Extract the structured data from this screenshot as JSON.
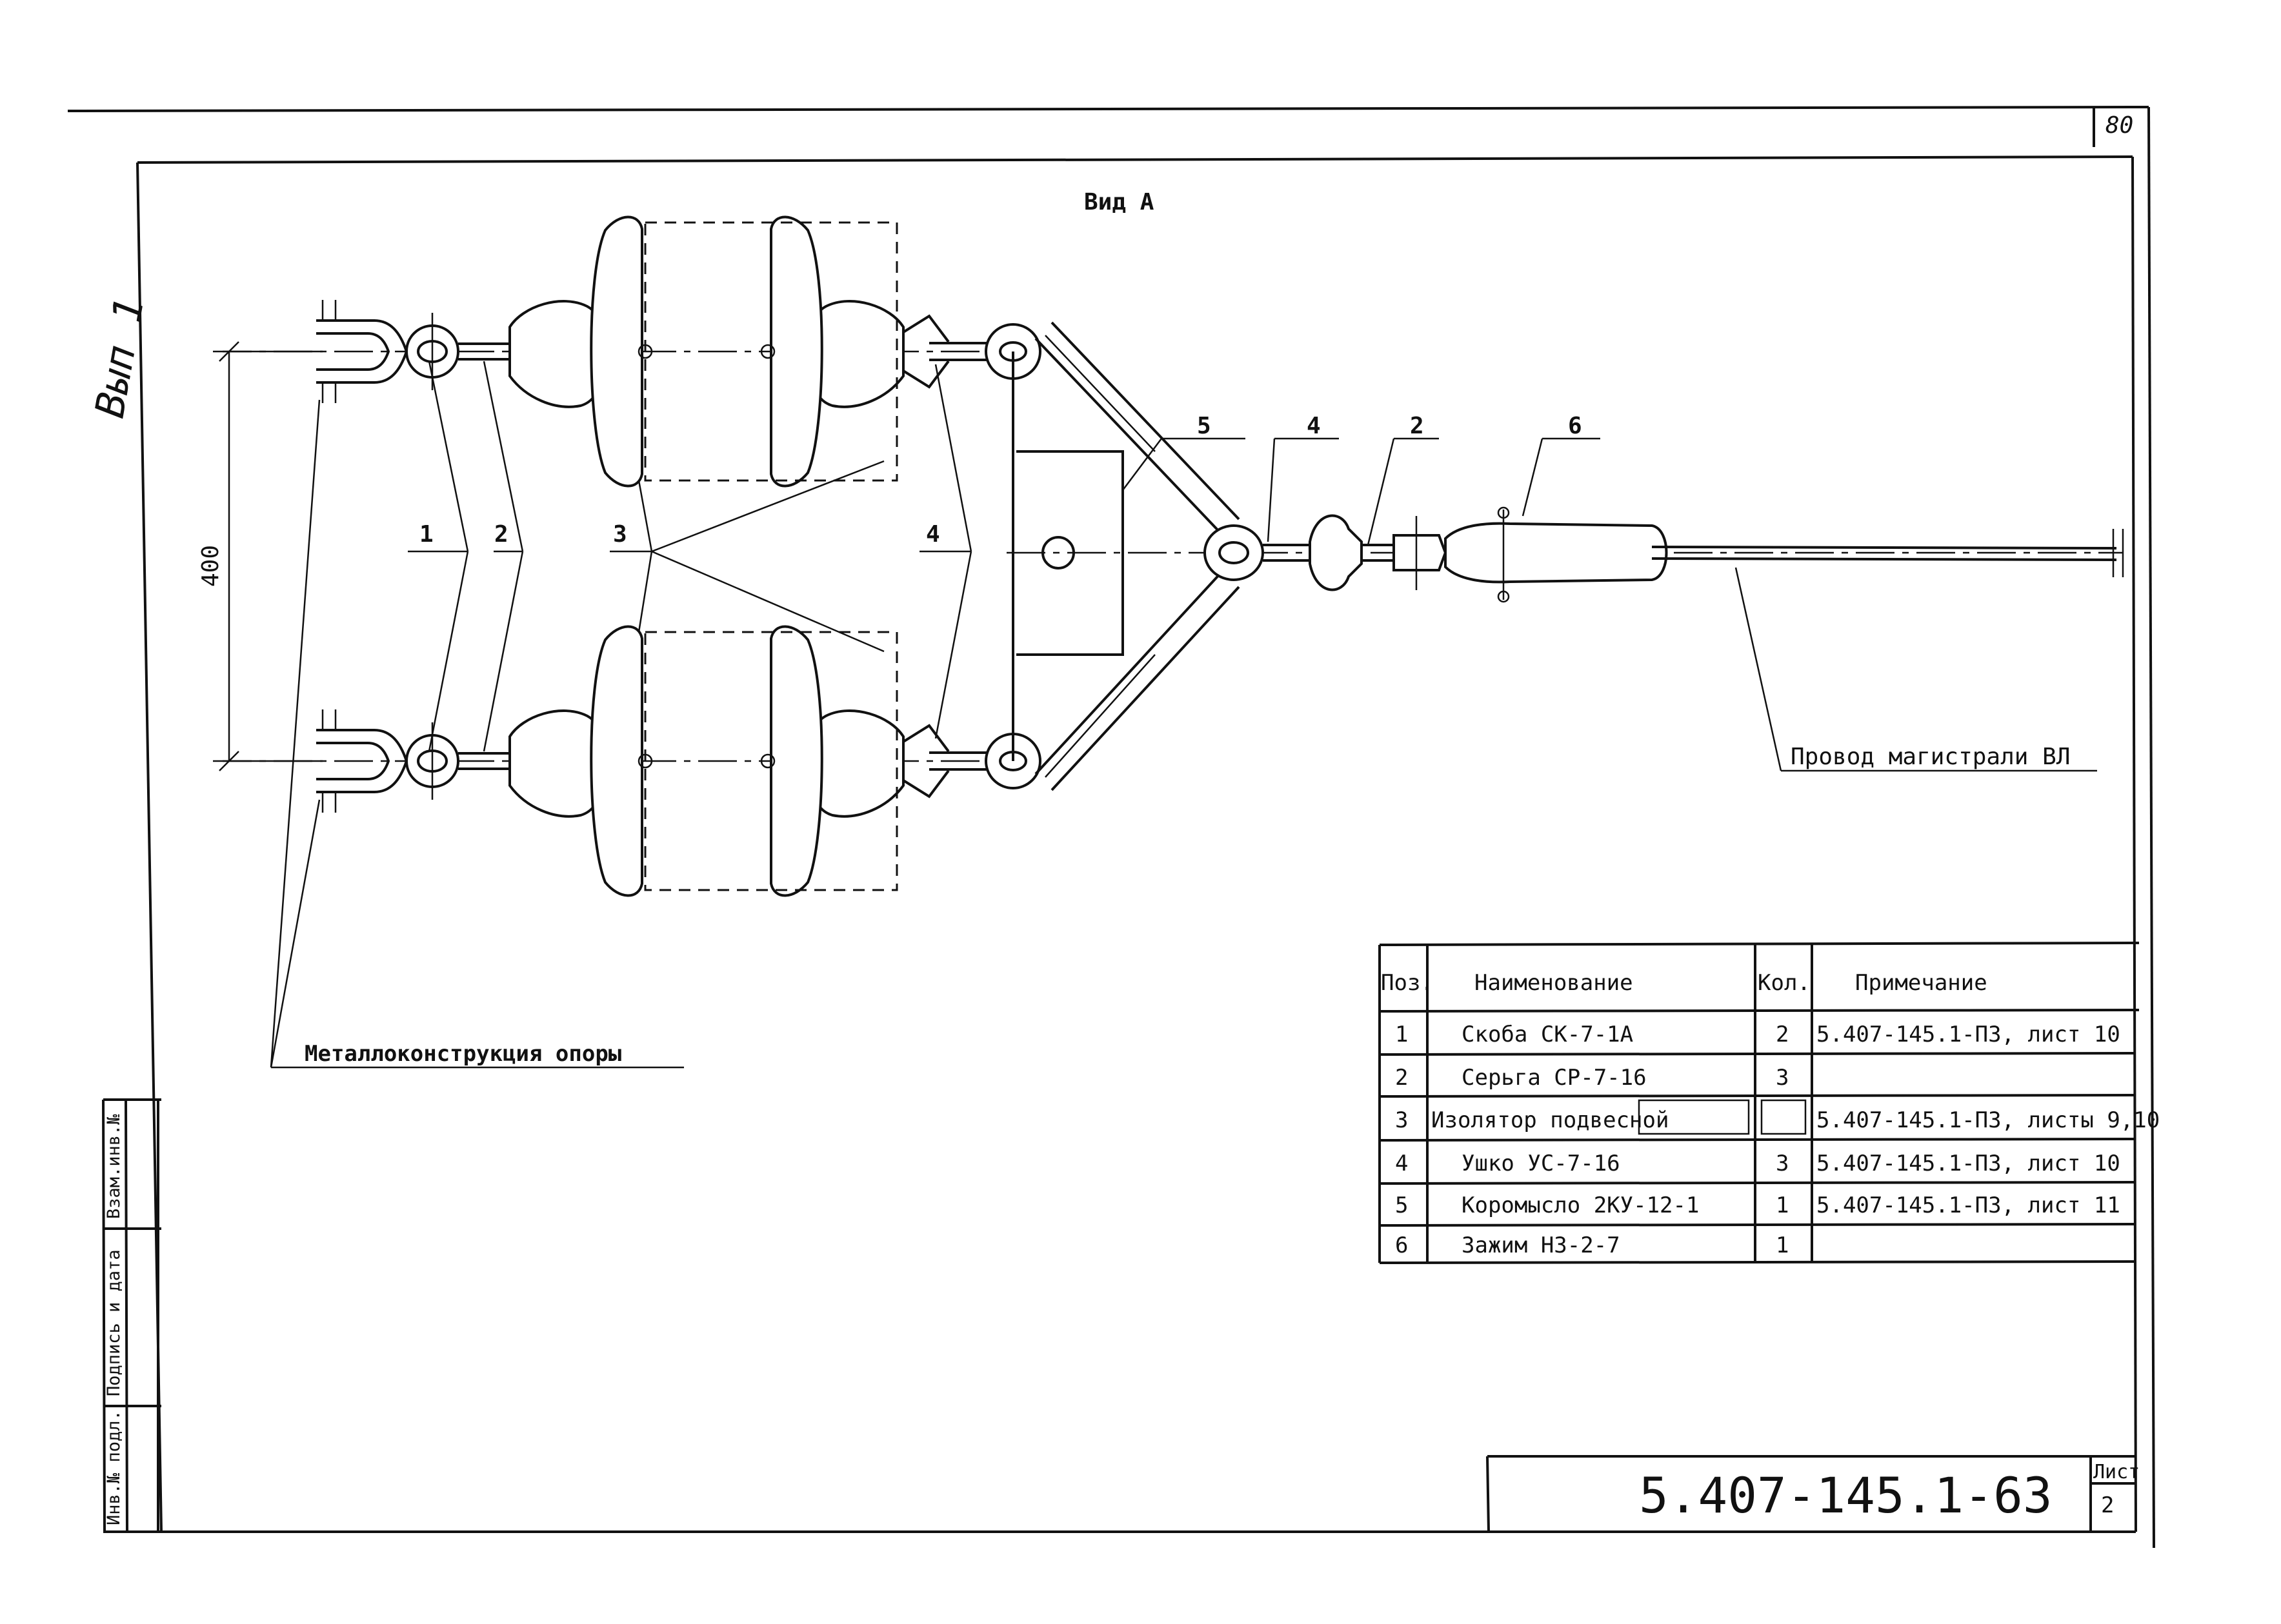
{
  "page_number": "80",
  "view_title": "Вид А",
  "margin_note": "Вып 1",
  "dimension_label": "400",
  "callouts": [
    "1",
    "2",
    "3",
    "4",
    "5",
    "4",
    "2",
    "6"
  ],
  "leader_labels": {
    "wire": "Провод магистрали ВЛ",
    "structure": "Металлоконструкция опоры"
  },
  "parts_table": {
    "headers": [
      "Поз.",
      "Наименование",
      "Кол.",
      "Примечание"
    ],
    "rows": [
      [
        "1",
        "Скоба СК-7-1А",
        "2",
        "5.407-145.1-ПЗ, лист 10"
      ],
      [
        "2",
        "Серьга СР-7-16",
        "3",
        ""
      ],
      [
        "3",
        "Изолятор подвесной",
        "",
        "5.407-145.1-ПЗ, листы 9,10"
      ],
      [
        "4",
        "Ушко УС-7-16",
        "3",
        "5.407-145.1-ПЗ, лист 10"
      ],
      [
        "5",
        "Коромысло 2КУ-12-1",
        "1",
        "5.407-145.1-ПЗ, лист 11"
      ],
      [
        "6",
        "Зажим НЗ-2-7",
        "1",
        ""
      ]
    ]
  },
  "stamp": {
    "columns": [
      "Инв.№ подл.",
      "Подпись и дата",
      "Взам.инв.№"
    ]
  },
  "title_block": {
    "document_code": "5.407-145.1-63",
    "sheet_label": "Лист",
    "sheet_number": "2"
  }
}
